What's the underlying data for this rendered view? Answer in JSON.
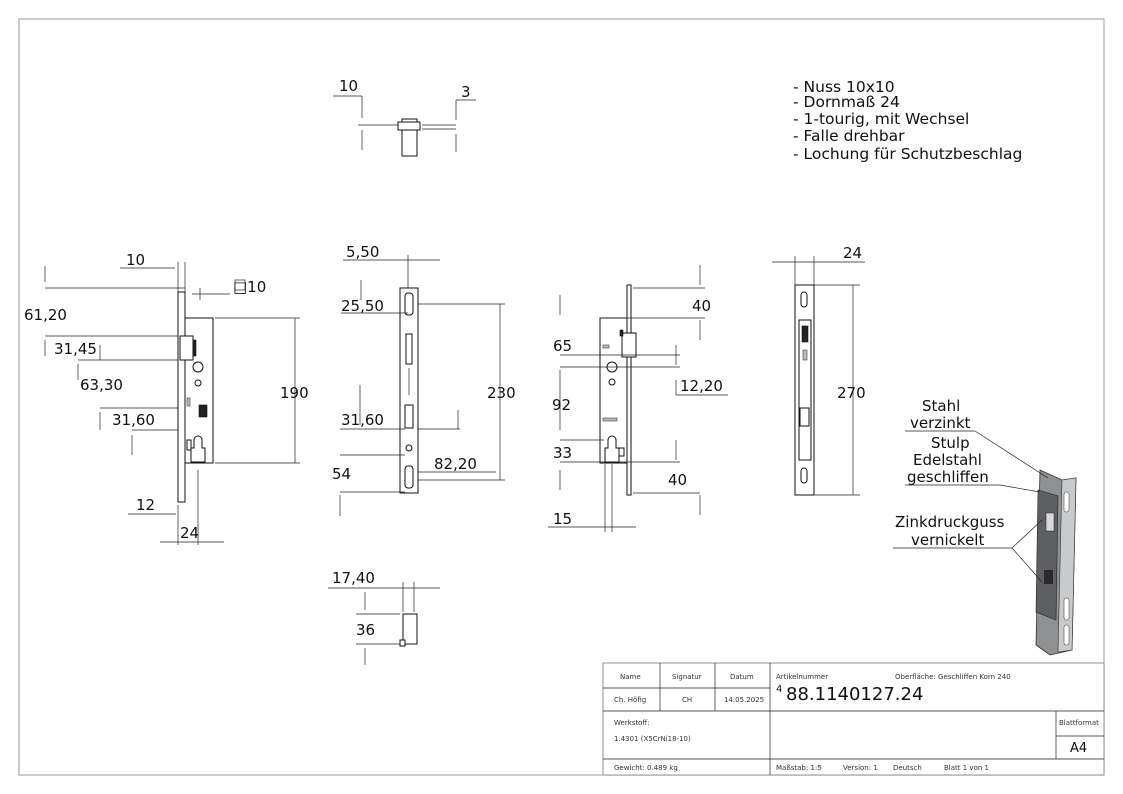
{
  "notes": [
    "- Nuss 10x10",
    "- Dornmaß 24",
    "- 1-tourig, mit Wechsel",
    "- Falle drehbar",
    "- Lochung für Schutzbeschlag"
  ],
  "dimensions": {
    "top_view": {
      "width": "10",
      "offset": "3"
    },
    "front": {
      "nut_offset": "10",
      "nut_size": "□10",
      "d_61_20": "61,20",
      "d_31_45": "31,45",
      "d_63_30": "63,30",
      "d_31_60": "31,60",
      "height": "190",
      "d_12": "12",
      "backset": "24"
    },
    "faceplate": {
      "d_5_50": "5,50",
      "d_25_50": "25,50",
      "d_31_60": "31,60",
      "d_54": "54",
      "d_82_20": "82,20",
      "length": "230"
    },
    "side": {
      "d_40_top": "40",
      "d_65": "65",
      "d_12_20": "12,20",
      "d_92": "92",
      "d_33": "33",
      "d_40_bottom": "40",
      "d_15": "15"
    },
    "strike": {
      "width": "24",
      "length": "270"
    },
    "bottom_view": {
      "d_17_40": "17,40",
      "d_36": "36"
    }
  },
  "callouts": {
    "steel": "Stahl\nverzinkt",
    "faceplate": "Stulp\nEdelstahl\ngeschliffen",
    "zinc": "Zinkdruckguss\nvernickelt"
  },
  "title_block": {
    "name_label": "Name",
    "signature_label": "Signatur",
    "date_label": "Datum",
    "name": "Ch. Höfig",
    "signature": "CH",
    "date": "14.05.2025",
    "article_label": "Artikelnummer",
    "surface": "Oberfläche: Geschliffen Korn 240",
    "article_prefix": "4",
    "article_number": "88.1140127.24",
    "material_label": "Werkstoff:",
    "material": "1.4301 (X5CrNi18-10)",
    "format_label": "Blattformat",
    "format": "A4",
    "weight": "Gewicht: 0.489 kg",
    "scale": "Maßstab: 1:5",
    "version": "Version: 1",
    "language": "Deutsch",
    "sheet": "Blatt 1 von 1"
  }
}
